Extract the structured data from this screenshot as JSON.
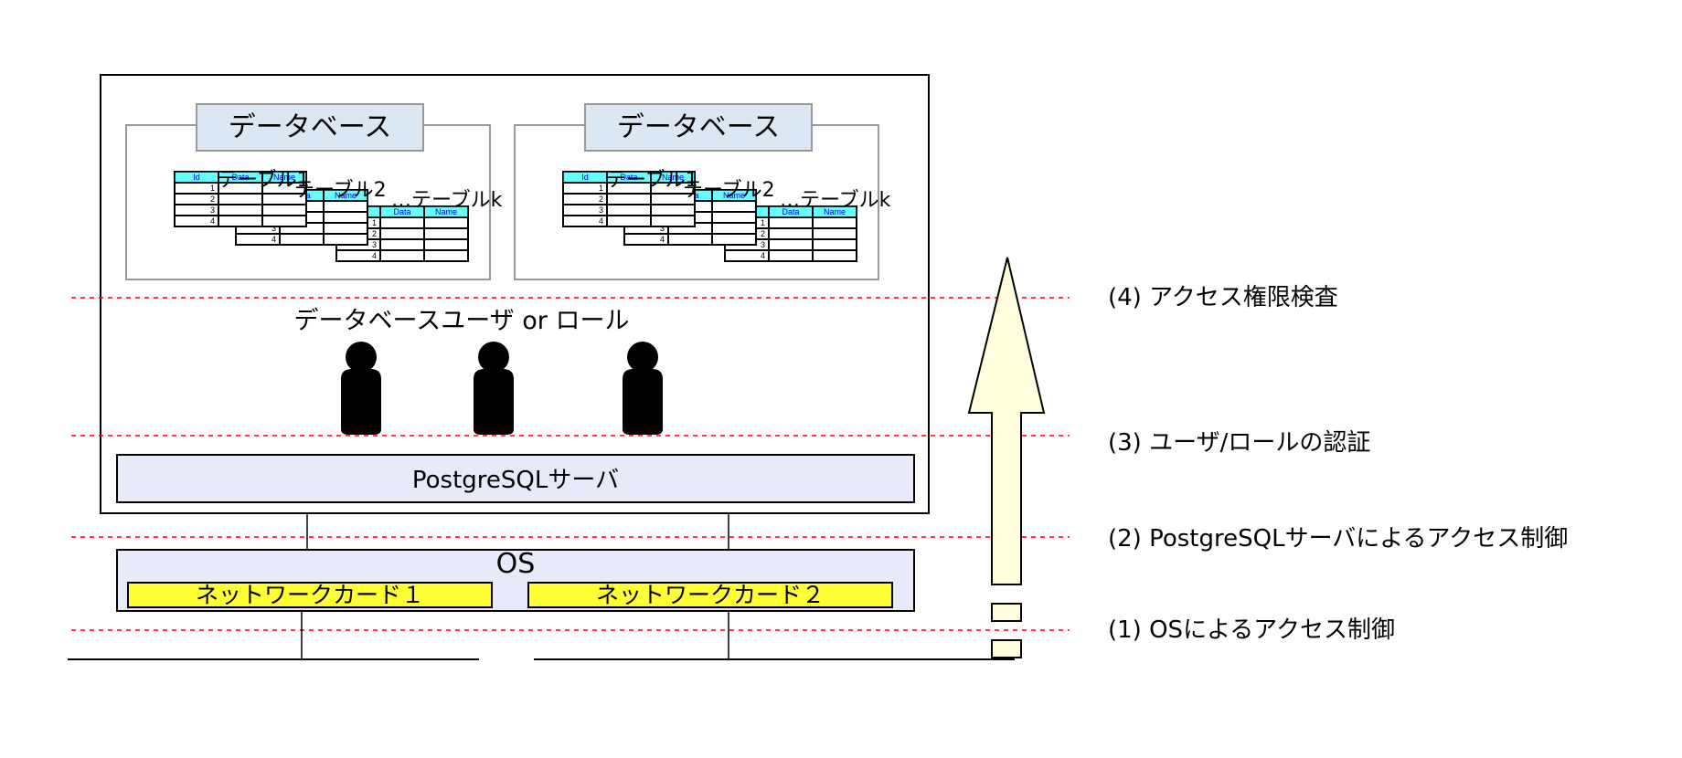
{
  "database_label": "データベース",
  "table_labels": {
    "t1": "テーブル1",
    "t2": "テーブル2",
    "tk": "…テーブルk"
  },
  "table_headers": {
    "id": "Id",
    "data": "Data",
    "name": "Name"
  },
  "row_numbers": [
    "1",
    "2",
    "3",
    "4"
  ],
  "users_label": "データベースユーザ or ロール",
  "server_label": "PostgreSQLサーバ",
  "os_label": "OS",
  "nic1_label": "ネットワークカード１",
  "nic2_label": "ネットワークカード２",
  "layers": [
    {
      "label": "(4) アクセス権限検査"
    },
    {
      "label": "(3) ユーザ/ロールの認証"
    },
    {
      "label": "(2) PostgreSQLサーバによるアクセス制御"
    },
    {
      "label": "(1)  OSによるアクセス制御"
    }
  ],
  "colors": {
    "db_header_fill": "#dbe8f4",
    "table_header_fill": "#66ffff",
    "server_fill": "#e8eafa",
    "nic_fill": "#ffff33",
    "arrow_fill": "#ffffdd",
    "dashed_line": "#ff0000"
  }
}
